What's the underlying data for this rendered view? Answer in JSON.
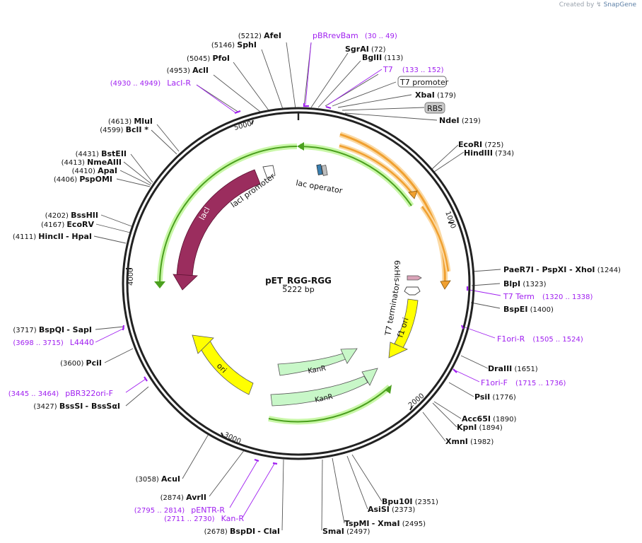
{
  "credit": {
    "prefix": "Created by",
    "brand": "SnapGene"
  },
  "plasmid": {
    "name": "pET_RGG-RGG",
    "size": "5222 bp",
    "length": 5222
  },
  "colors": {
    "backbone": "#222222",
    "site_line": "#555555",
    "primer": "#a020f0",
    "lacI": "#9b2d5e",
    "ori": "#ffff00",
    "kanR": "#c8f7c8",
    "f1ori": "#ffff00",
    "orange_feature": "#f0a030",
    "green_feature": "#4ba01e",
    "rbs_box": "#c9c9c9",
    "lac_operator": "#3a7fb0"
  },
  "ticks": [
    {
      "label": "1000",
      "pos": 1000
    },
    {
      "label": "2000",
      "pos": 2000
    },
    {
      "label": "3000",
      "pos": 3000
    },
    {
      "label": "4000",
      "pos": 4000
    },
    {
      "label": "5000",
      "pos": 5000
    }
  ],
  "left_sites": [
    {
      "num": "(5212)",
      "name": "AfeI"
    },
    {
      "num": "(5146)",
      "name": "SphI"
    },
    {
      "num": "(5045)",
      "name": "PfoI"
    },
    {
      "num": "(4953)",
      "name": "AclI"
    },
    {
      "num": "(4613)",
      "name": "MluI"
    },
    {
      "num": "(4599)",
      "name": "BclI *"
    },
    {
      "num": "(4431)",
      "name": "BstEII"
    },
    {
      "num": "(4413)",
      "name": "NmeAIII"
    },
    {
      "num": "(4410)",
      "name": "ApaI"
    },
    {
      "num": "(4406)",
      "name": "PspOMI"
    },
    {
      "num": "(4202)",
      "name": "BssHII"
    },
    {
      "num": "(4167)",
      "name": "EcoRV"
    },
    {
      "num": "(4111)",
      "name": "HincII",
      "extra": "- HpaI"
    },
    {
      "num": "(3717)",
      "name": "BspQI",
      "extra": "- SapI"
    },
    {
      "num": "(3600)",
      "name": "PciI"
    },
    {
      "num": "(3427)",
      "name": "BssSI",
      "extra": "- BssSαI"
    },
    {
      "num": "(3058)",
      "name": "AcuI"
    },
    {
      "num": "(2874)",
      "name": "AvrII"
    },
    {
      "num": "(2678)",
      "name": "BspDI",
      "extra": "- ClaI"
    },
    {
      "num": "(2497)",
      "name": "SmaI"
    }
  ],
  "right_sites": [
    {
      "num": "(72)",
      "name": "SgrAI"
    },
    {
      "num": "(113)",
      "name": "BglII"
    },
    {
      "num": "(179)",
      "name": "XbaI"
    },
    {
      "num": "(219)",
      "name": "NdeI"
    },
    {
      "num": "(725)",
      "name": "EcoRI"
    },
    {
      "num": "(734)",
      "name": "HindIII"
    },
    {
      "num": "(1244)",
      "name": "PaeR7I",
      "extra": "- PspXI - XhoI"
    },
    {
      "num": "(1323)",
      "name": "BlpI"
    },
    {
      "num": "(1400)",
      "name": "BspEI"
    },
    {
      "num": "(1651)",
      "name": "DraIII"
    },
    {
      "num": "(1776)",
      "name": "PsiI"
    },
    {
      "num": "(1890)",
      "name": "Acc65I"
    },
    {
      "num": "(1894)",
      "name": "KpnI"
    },
    {
      "num": "(1982)",
      "name": "XmnI"
    },
    {
      "num": "(2351)",
      "name": "Bpu10I"
    },
    {
      "num": "(2373)",
      "name": "AsiSI"
    },
    {
      "num": "(2495)",
      "name": "TspMI",
      "extra": "- XmaI"
    }
  ],
  "primers": [
    {
      "name": "pBRrevBam",
      "range": "(30 .. 49)"
    },
    {
      "name": "T7",
      "range": "(133 .. 152)"
    },
    {
      "name": "LacI-R",
      "range": "(4930 .. 4949)"
    },
    {
      "name": "T7 Term",
      "range": "(1320 .. 1338)"
    },
    {
      "name": "F1ori-R",
      "range": "(1505 .. 1524)"
    },
    {
      "name": "F1ori-F",
      "range": "(1715 .. 1736)"
    },
    {
      "name": "L4440",
      "range": "(3698 .. 3715)"
    },
    {
      "name": "pBR322ori-F",
      "range": "(3445 .. 3464)"
    },
    {
      "name": "pENTR-R",
      "range": "(2795 .. 2814)"
    },
    {
      "name": "Kan-R",
      "range": "(2711 .. 2730)"
    }
  ],
  "boxed_labels": {
    "t7_promoter": "T7 promoter",
    "rbs": "RBS"
  },
  "features": {
    "lacI": "lacI",
    "lacI_promoter": "lacI promoter",
    "lac_operator": "lac operator",
    "his": "6xHis",
    "t7_terminator": "T7 terminator",
    "f1_ori": "f1 ori",
    "ori": "ori",
    "kanR_1": "KanR",
    "kanR_2": "KanR"
  }
}
